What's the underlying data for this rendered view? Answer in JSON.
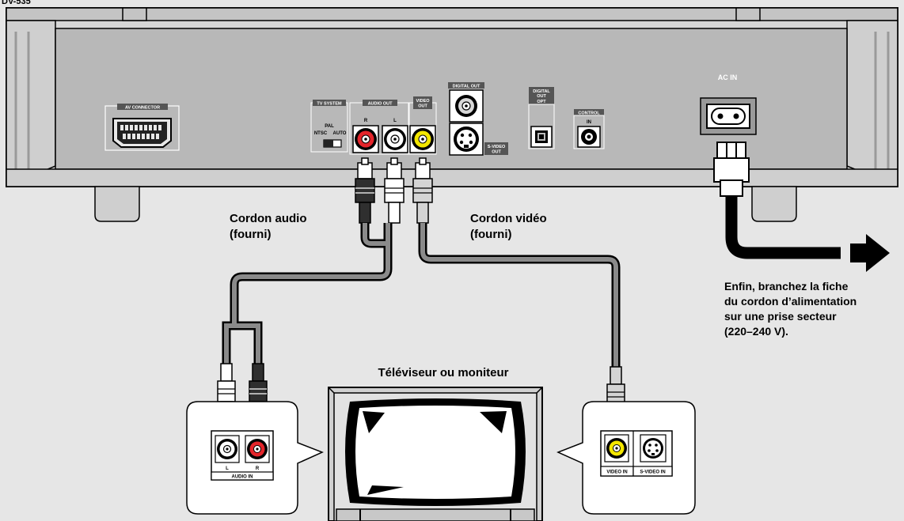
{
  "model": "DV-535",
  "panel": {
    "av_connector": "AV CONNECTOR",
    "tv_system": "TV SYSTEM",
    "pal": "PAL",
    "ntsc": "NTSC",
    "auto": "AUTO",
    "audio_out": "AUDIO OUT",
    "r": "R",
    "l": "L",
    "video_out_1": "VIDEO",
    "video_out_2": "OUT",
    "digital_out": "DIGITAL OUT",
    "svideo_out_1": "S-VIDEO",
    "svideo_out_2": "OUT",
    "digital_out_opt_1": "DIGITAL",
    "digital_out_opt_2": "OUT",
    "opt": "OPT",
    "control": "CONTROL",
    "control_in": "IN",
    "ac_in": "AC IN"
  },
  "labels": {
    "audio_cord_1": "Cordon audio",
    "audio_cord_2": "(fourni)",
    "video_cord_1": "Cordon vidéo",
    "video_cord_2": "(fourni)",
    "power_1": "Enfin, branchez la fiche",
    "power_2": "du cordon d’alimentation",
    "power_3": "sur une prise secteur",
    "power_4": "(220–240 V).",
    "tv": "Téléviseur ou moniteur"
  },
  "tv_inputs": {
    "l": "L",
    "r": "R",
    "audio_in": "AUDIO IN",
    "video_in": "VIDEO IN",
    "svideo_in": "S-VIDEO IN"
  },
  "colors": {
    "red_jack": "#e4252b",
    "yellow_jack": "#f3e600",
    "panel": "#b8b8b8",
    "background": "#e6e6e6"
  }
}
